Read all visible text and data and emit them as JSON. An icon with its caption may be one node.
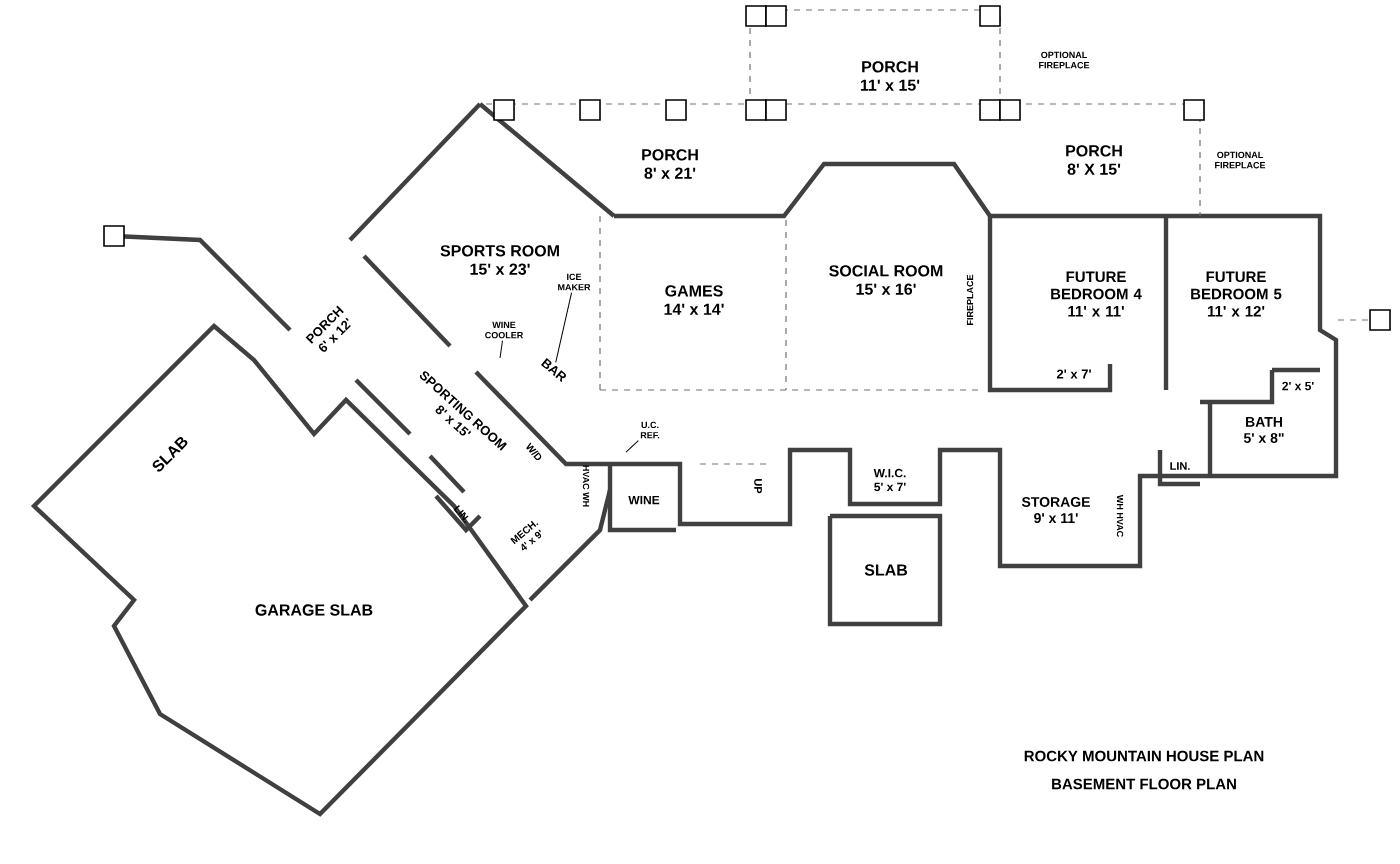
{
  "diagram": {
    "nodes": [
      {
        "text": [
          "PORCH",
          "11' x 15'"
        ]
      },
      {
        "text": [
          "PORCH",
          "8' x 21'"
        ]
      },
      {
        "text": [
          "PORCH",
          "8' X 15'"
        ]
      },
      {
        "text": [
          "SPORTS ROOM",
          "15' x 23'"
        ]
      },
      {
        "text": [
          "GAMES",
          "14' x 14'"
        ]
      },
      {
        "text": [
          "SOCIAL ROOM",
          "15' x 16'"
        ]
      },
      {
        "text": [
          "FUTURE BEDROOM 4",
          "11' x 11'"
        ]
      },
      {
        "text": [
          "FUTURE BEDROOM 5",
          "11' x 12'"
        ]
      },
      {
        "text": [
          "PORCH",
          "6' x 12'"
        ]
      },
      {
        "text": [
          "SPORTING ROOM",
          "8' x 15'"
        ]
      },
      {
        "text": [
          "BAR"
        ]
      },
      {
        "text": [
          "2' x 7'"
        ]
      },
      {
        "text": [
          "2' x 5'"
        ]
      },
      {
        "text": [
          "BATH",
          "5' x 8\""
        ]
      },
      {
        "text": [
          "WINE"
        ]
      },
      {
        "text": [
          "W.I.C.",
          "5' x 7'"
        ]
      },
      {
        "text": [
          "STORAGE",
          "9' x 11'"
        ]
      },
      {
        "text": [
          "LIN."
        ]
      },
      {
        "text": [
          "LIN."
        ]
      },
      {
        "text": [
          "MECH.",
          "4' x 9'"
        ]
      },
      {
        "text": [
          "SLAB"
        ]
      },
      {
        "text": [
          "GARAGE SLAB"
        ]
      },
      {
        "text": [
          "SLAB"
        ]
      },
      {
        "text": [
          "ICE MAKER"
        ]
      },
      {
        "text": [
          "WINE COOLER"
        ]
      },
      {
        "text": [
          "U.C. REF."
        ]
      }
    ],
    "edges": [
      {
        "from": 23,
        "to": 10,
        "arrow": "none"
      },
      {
        "from": 24,
        "to": null,
        "arrow": "none"
      },
      {
        "from": 25,
        "to": null,
        "arrow": "none"
      }
    ],
    "labels": [
      "OPTIONAL FIREPLACE",
      "OPTIONAL FIREPLACE",
      "FIREPLACE",
      "W/D",
      "HVAC WH",
      "UP",
      "WH HVAC",
      "ROCKY MOUNTAIN HOUSE PLAN",
      "BASEMENT FLOOR PLAN"
    ]
  }
}
